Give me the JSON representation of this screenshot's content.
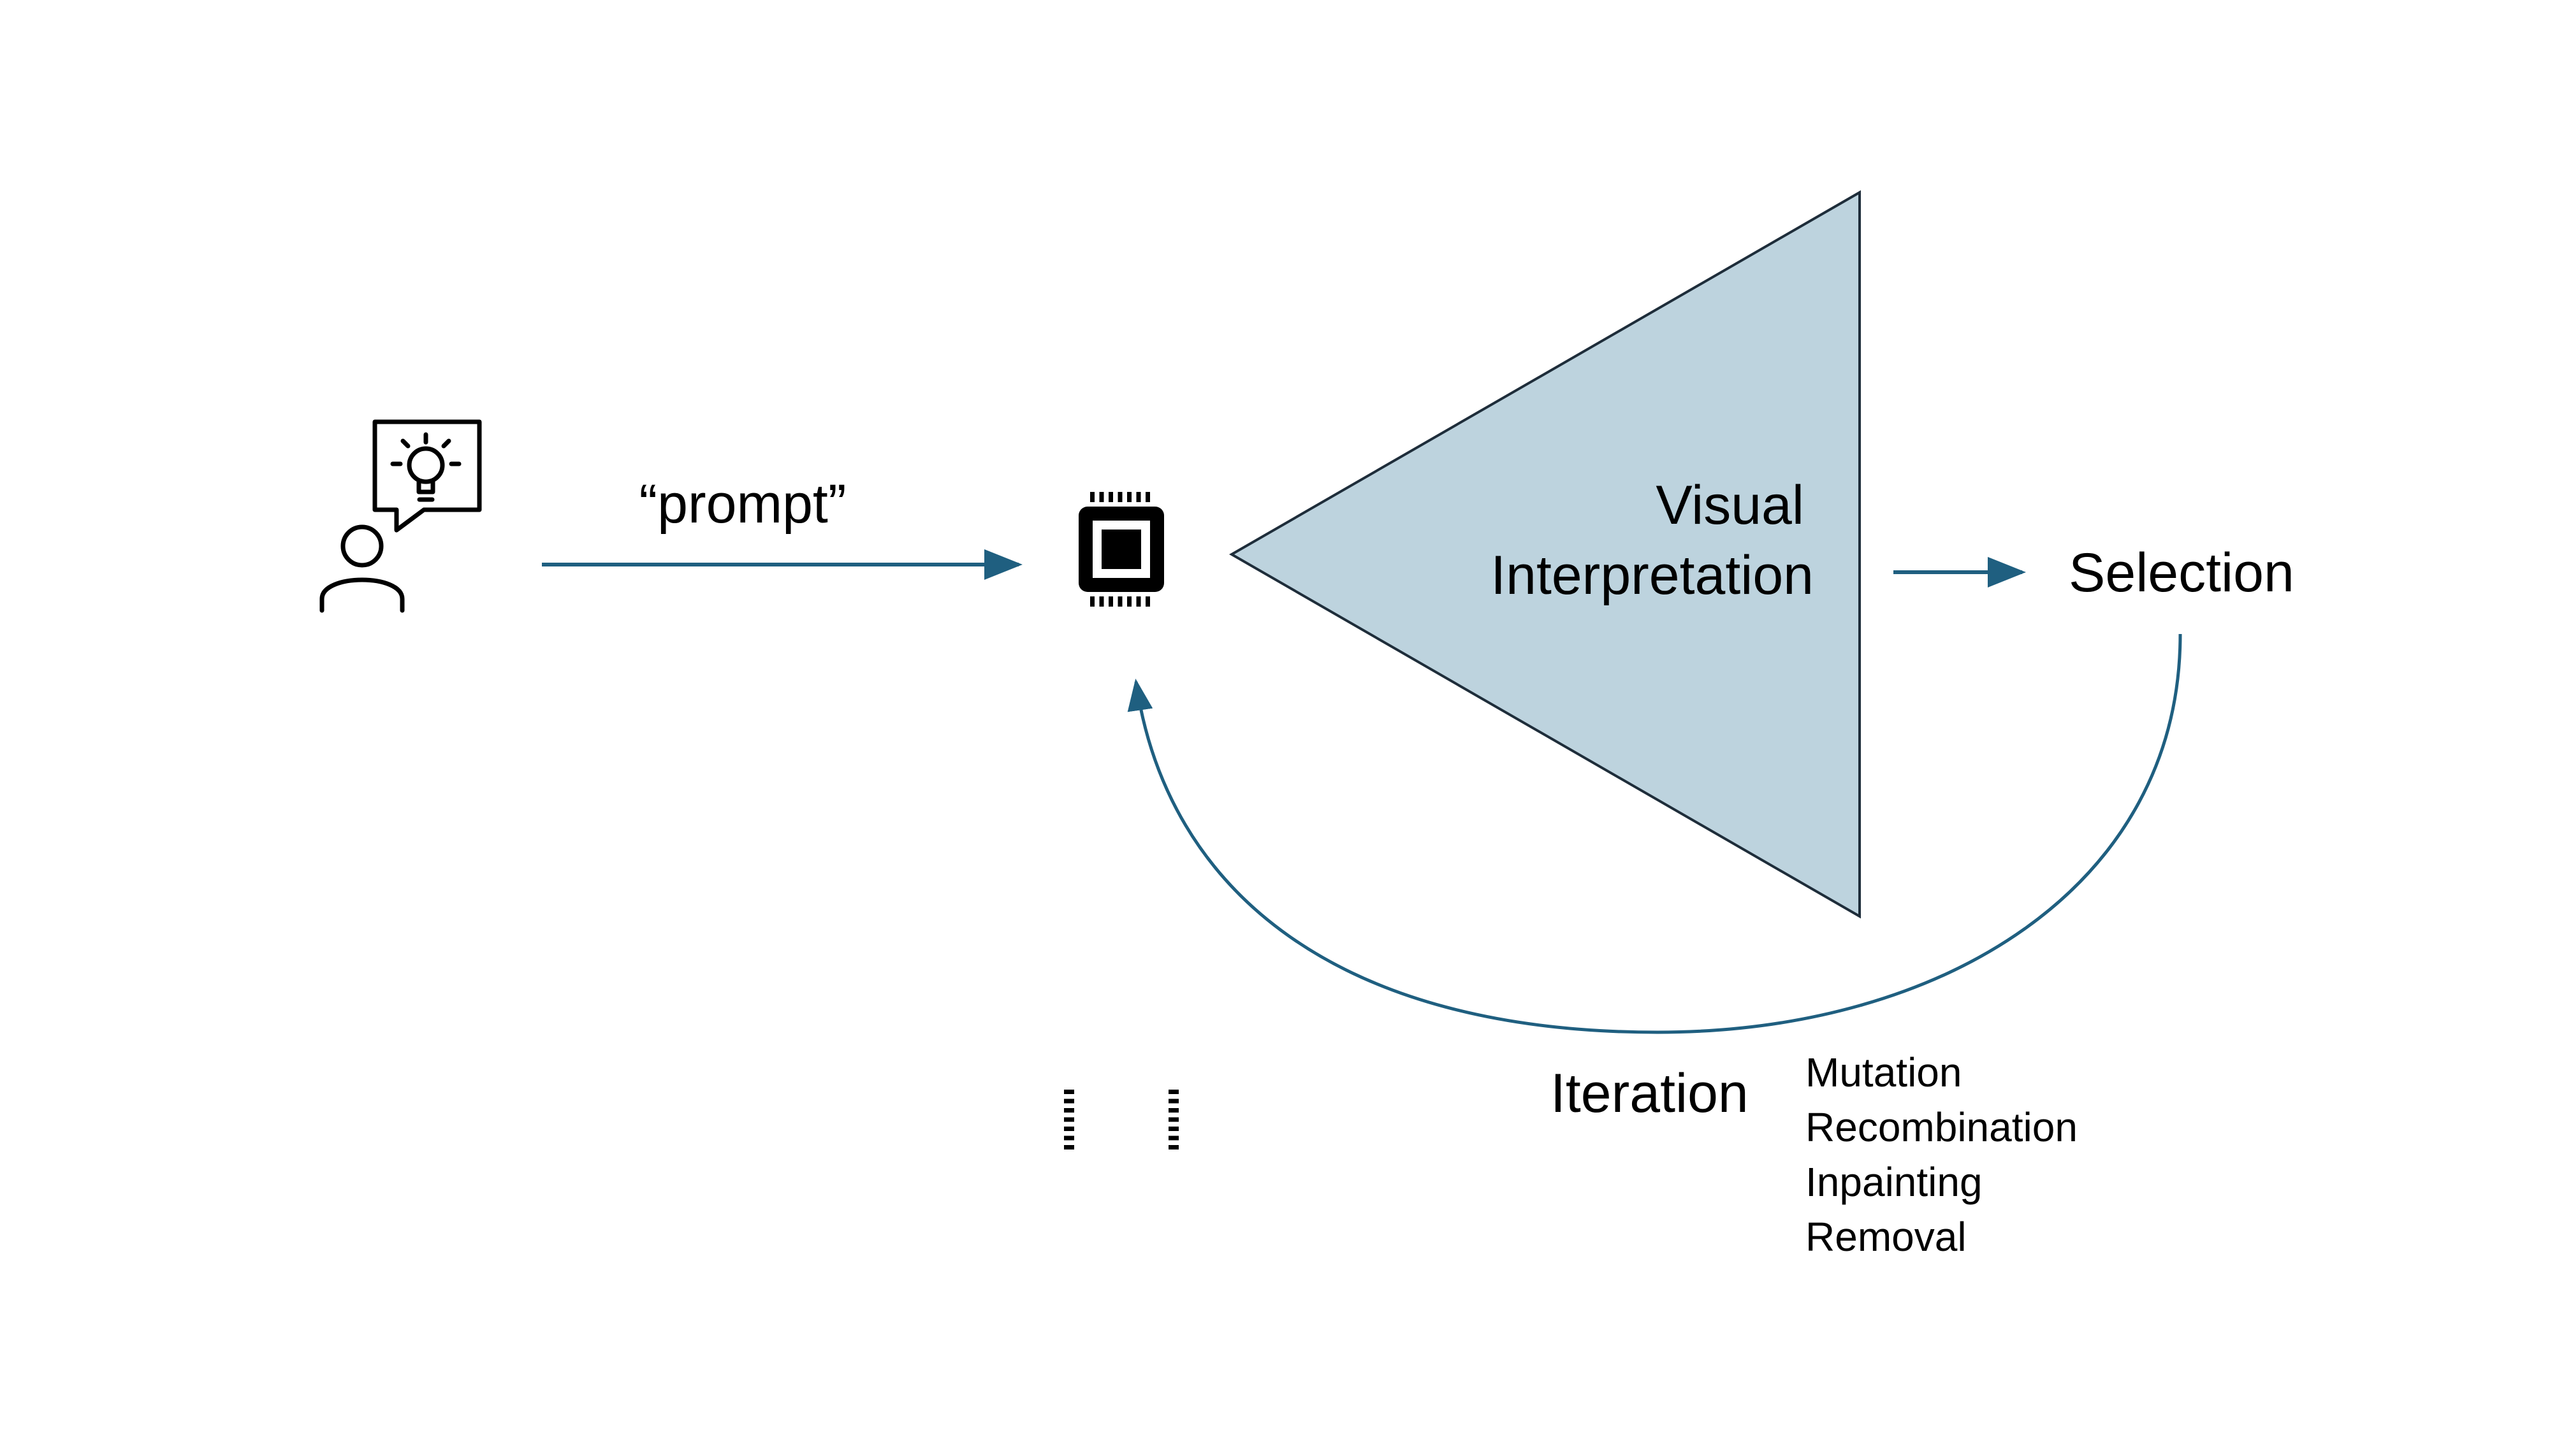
{
  "labels": {
    "prompt": "“prompt”",
    "visual_line1": "Visual",
    "visual_line2": "Interpretation",
    "selection": "Selection",
    "iteration": "Iteration",
    "operations": [
      "Mutation",
      "Recombination",
      "Inpainting",
      "Removal"
    ]
  },
  "icons": {
    "user": "user-with-idea-speech-bubble-icon",
    "processor": "processor-chip-icon"
  },
  "colors": {
    "arrow": "#1f5f80",
    "triangle_fill": "#bdd3de",
    "triangle_stroke": "#1e2d3a",
    "text": "#000000"
  }
}
